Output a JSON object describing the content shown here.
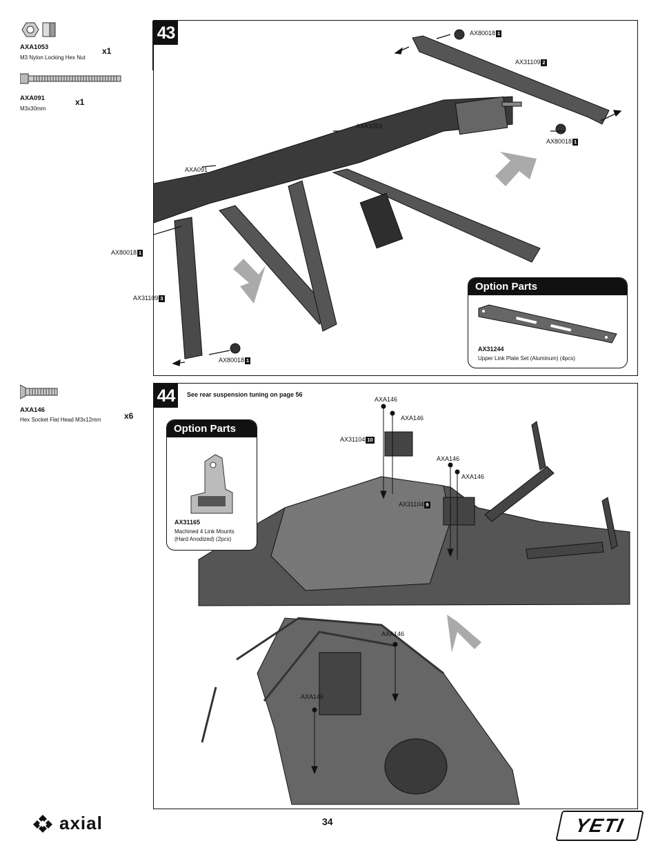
{
  "parts": [
    {
      "code": "AXA1053",
      "desc": "M3 Nylon Locking Hex Nut",
      "qty": "x1",
      "icon": "hex-nut-icon"
    },
    {
      "code": "AXA091",
      "desc": "M3x30mm",
      "qty": "x1",
      "icon": "long-screw-icon"
    },
    {
      "code": "AXA146",
      "desc": "Hex Socket Flat Head M3x12mm",
      "qty": "x6",
      "icon": "flat-head-screw-icon"
    }
  ],
  "step43": {
    "number": "43",
    "labels": [
      {
        "text": "AX80018",
        "box": "1"
      },
      {
        "text": "AX31109",
        "box": "2"
      },
      {
        "text": "AXA1053",
        "box": ""
      },
      {
        "text": "AX80018",
        "box": "1"
      },
      {
        "text": "AXA091",
        "box": ""
      },
      {
        "text": "AX80018",
        "box": "1"
      },
      {
        "text": "AX31109",
        "box": "3"
      },
      {
        "text": "AX80018",
        "box": "1"
      }
    ],
    "option": {
      "title": "Option Parts",
      "code": "AX31244",
      "desc": "Upper Link Plate Set (Aluminum) (4pcs)"
    }
  },
  "step44": {
    "number": "44",
    "note": "See rear suspension tuning on page 56",
    "labels": [
      {
        "text": "AXA146",
        "box": ""
      },
      {
        "text": "AXA146",
        "box": ""
      },
      {
        "text": "AX31104",
        "box": "10"
      },
      {
        "text": "AXA146",
        "box": ""
      },
      {
        "text": "AXA146",
        "box": ""
      },
      {
        "text": "AX31104",
        "box": "9"
      },
      {
        "text": "AXA146",
        "box": ""
      },
      {
        "text": "AXA146",
        "box": ""
      }
    ],
    "option": {
      "title": "Option Parts",
      "code": "AX31165",
      "desc_line1": "Machined 4 Link Mounts",
      "desc_line2": "(Hard Anodized) (2pcs)"
    }
  },
  "footer": {
    "page": "34",
    "brand_left": "axial",
    "brand_right": "YETI"
  }
}
